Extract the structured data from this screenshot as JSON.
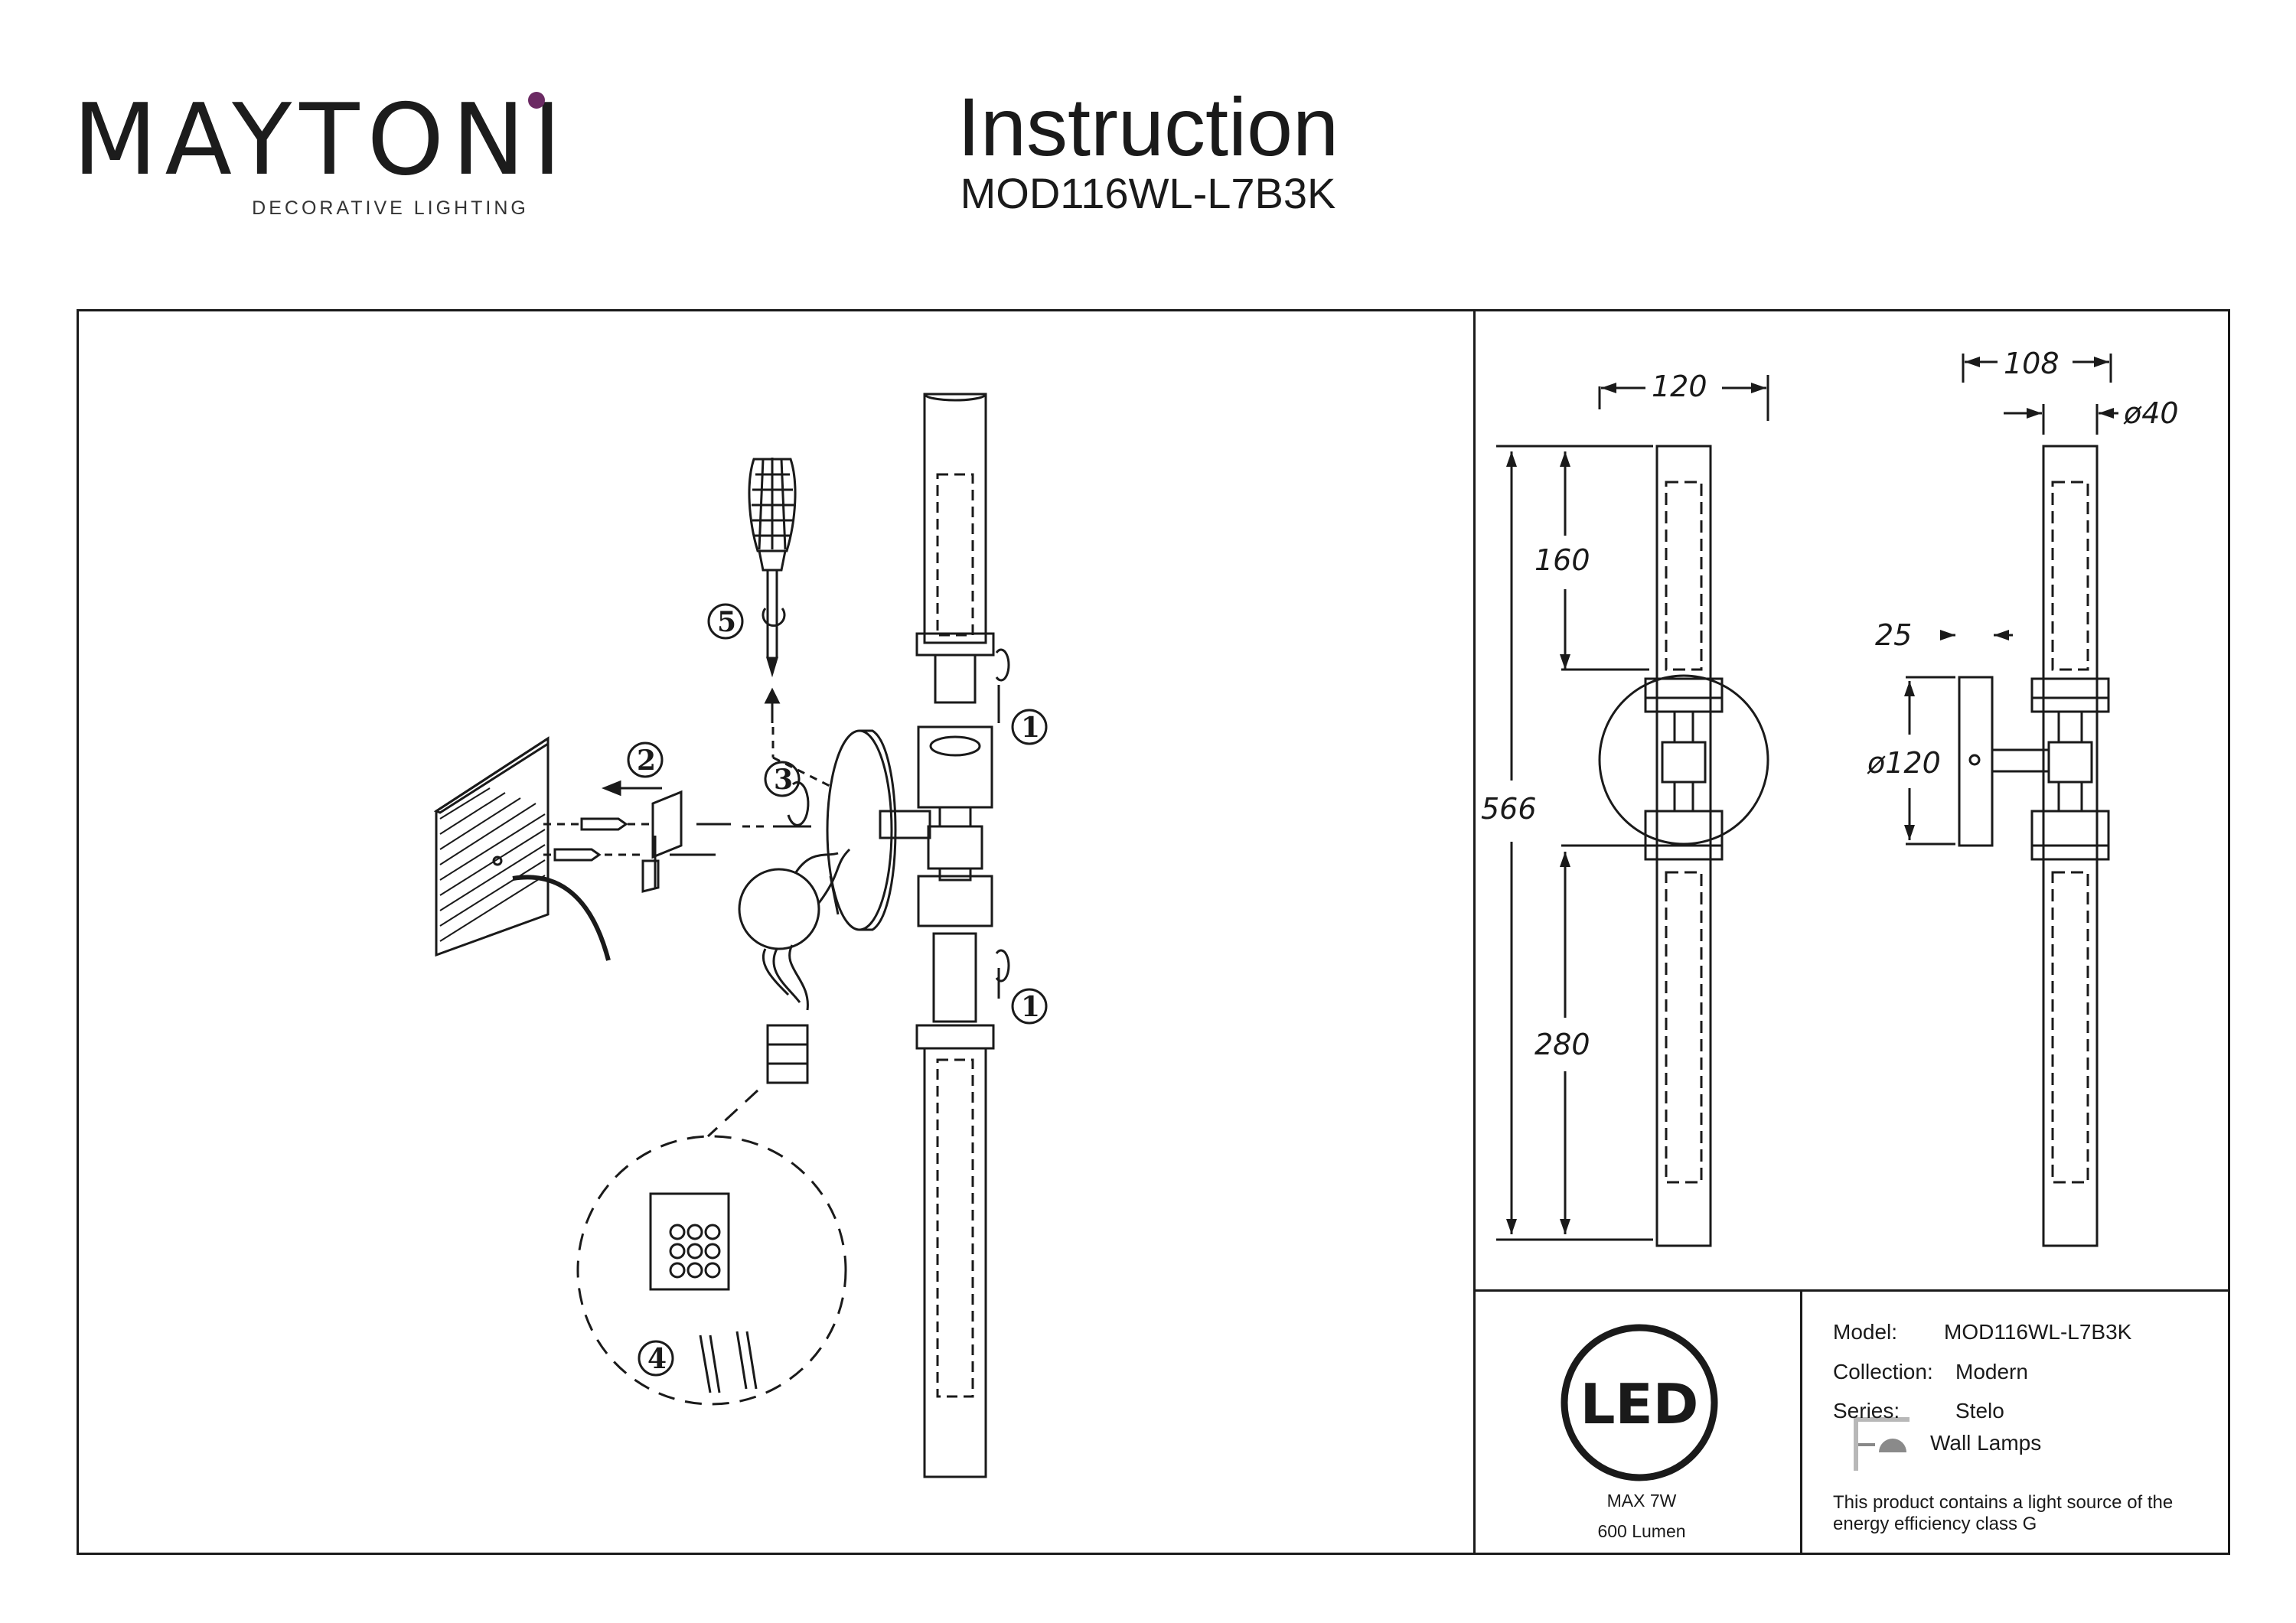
{
  "logo": {
    "brand": "MAYTONI",
    "tagline": "DECORATIVE LIGHTING",
    "dot_color": "#6b2a63"
  },
  "header": {
    "title": "Instruction",
    "model": "MOD116WL-L7B3K"
  },
  "assembly": {
    "steps": [
      "5",
      "2",
      "3",
      "1",
      "1",
      "4"
    ]
  },
  "dimensions": {
    "width_front": "120",
    "width_side": "108",
    "diameter_tube": "ø40",
    "top": "160",
    "total": "566",
    "bottom": "280",
    "offset": "25",
    "diameter_base": "ø120"
  },
  "led": {
    "badge": "LED",
    "max": "MAX 7W",
    "lumen": "600 Lumen"
  },
  "specs": {
    "model_label": "Model:",
    "model_value": "MOD116WL-L7B3K",
    "collection_label": "Collection:",
    "collection_value": "Modern",
    "series_label": "Series:",
    "series_value": "Stelo",
    "type_value": "Wall Lamps",
    "note": "This product contains a light source of the energy efficiency class G"
  }
}
